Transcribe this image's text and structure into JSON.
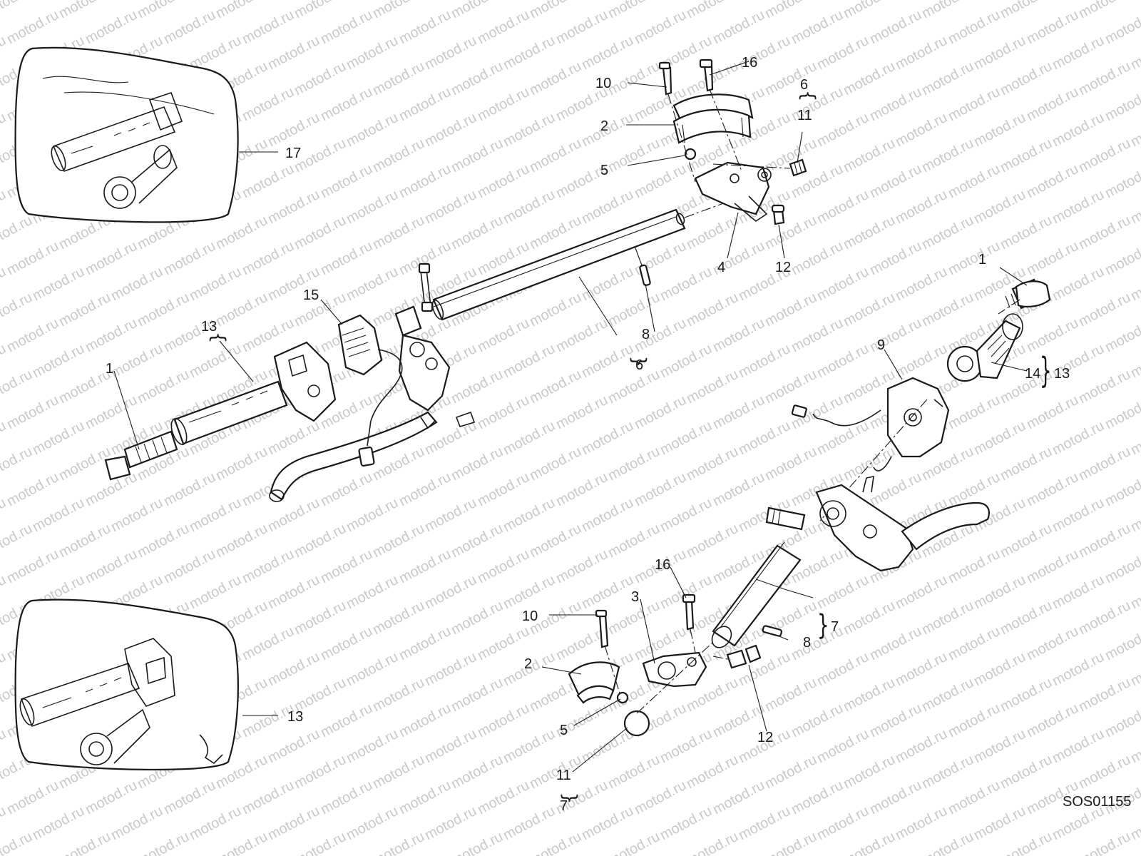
{
  "watermark": "motod.ru",
  "diagram_code": "SOS01155",
  "colors": {
    "line": "#1a1a1a",
    "watermark": "#c9c9c9",
    "background": "#ffffff"
  },
  "callouts": {
    "c1_left": "1",
    "c1_right": "1",
    "c2_top": "2",
    "c2_bottom": "2",
    "c3": "3",
    "c4": "4",
    "c5_top": "5",
    "c5_bottom": "5",
    "c6_top": "6",
    "c6_mid": "6",
    "c7_right": "7",
    "c7_bottom": "7",
    "c8_top": "8",
    "c8_bottom": "8",
    "c9": "9",
    "c10_top": "10",
    "c10_bottom": "10",
    "c11_top": "11",
    "c11_bottom": "11",
    "c12_top": "12",
    "c12_bottom": "12",
    "c13_left": "13",
    "c13_right": "13",
    "c13_inset": "13",
    "c14": "14",
    "c15": "15",
    "c16_top": "16",
    "c16_bottom": "16",
    "c17": "17"
  }
}
